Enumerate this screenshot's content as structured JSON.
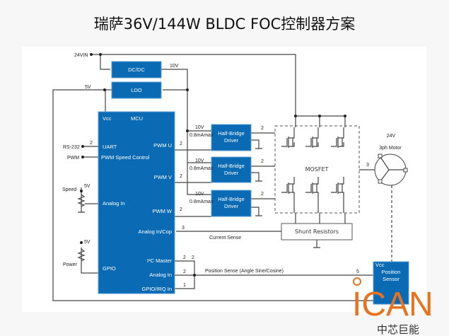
{
  "title": "瑞萨36V/144W BLDC FOC控制器方案",
  "power": {
    "vin": "24VIN",
    "dcdc": "DC/DC",
    "ldo": "LDO",
    "v10": "10V",
    "v5": "5V"
  },
  "mcu": {
    "title": "MCU",
    "vcc": "Vcc",
    "uart": "UART",
    "pwm_speed": "PWM Speed Control",
    "analog_in": "Analog In",
    "gpio": "GPIO",
    "pwm_u": "PWM U",
    "pwm_v": "PWM V",
    "pwm_w": "PWM W",
    "analog_cop": "Analog In/Cop",
    "i2c": "I²C Master",
    "analog_in2": "Analog In",
    "gpio_irq": "GPIO/IRQ In"
  },
  "inputs": {
    "rs232": "RS-232",
    "pwm": "PWM",
    "speed": "Speed",
    "power": "Power",
    "v5": "5V"
  },
  "driver": {
    "label1": "Half-Bridge",
    "label2": "Driver",
    "v10": "10V",
    "current": "0.8mAmax"
  },
  "bus": {
    "two": "2",
    "three": "3",
    "one": "1",
    "five": "5"
  },
  "mosfet": "MOSFET",
  "shunt": "Shunt Resistors",
  "current_sense": "Current Sense",
  "position_sense": "Position Sense (Angle Sine/Cosine)",
  "motor": {
    "voltage": "24V",
    "label": "3ph Motor"
  },
  "sensor": {
    "vcc": "Vcc",
    "label1": "Position",
    "label2": "Sensor"
  },
  "logo": {
    "text": "ICAN",
    "subtitle": "中芯巨能"
  }
}
